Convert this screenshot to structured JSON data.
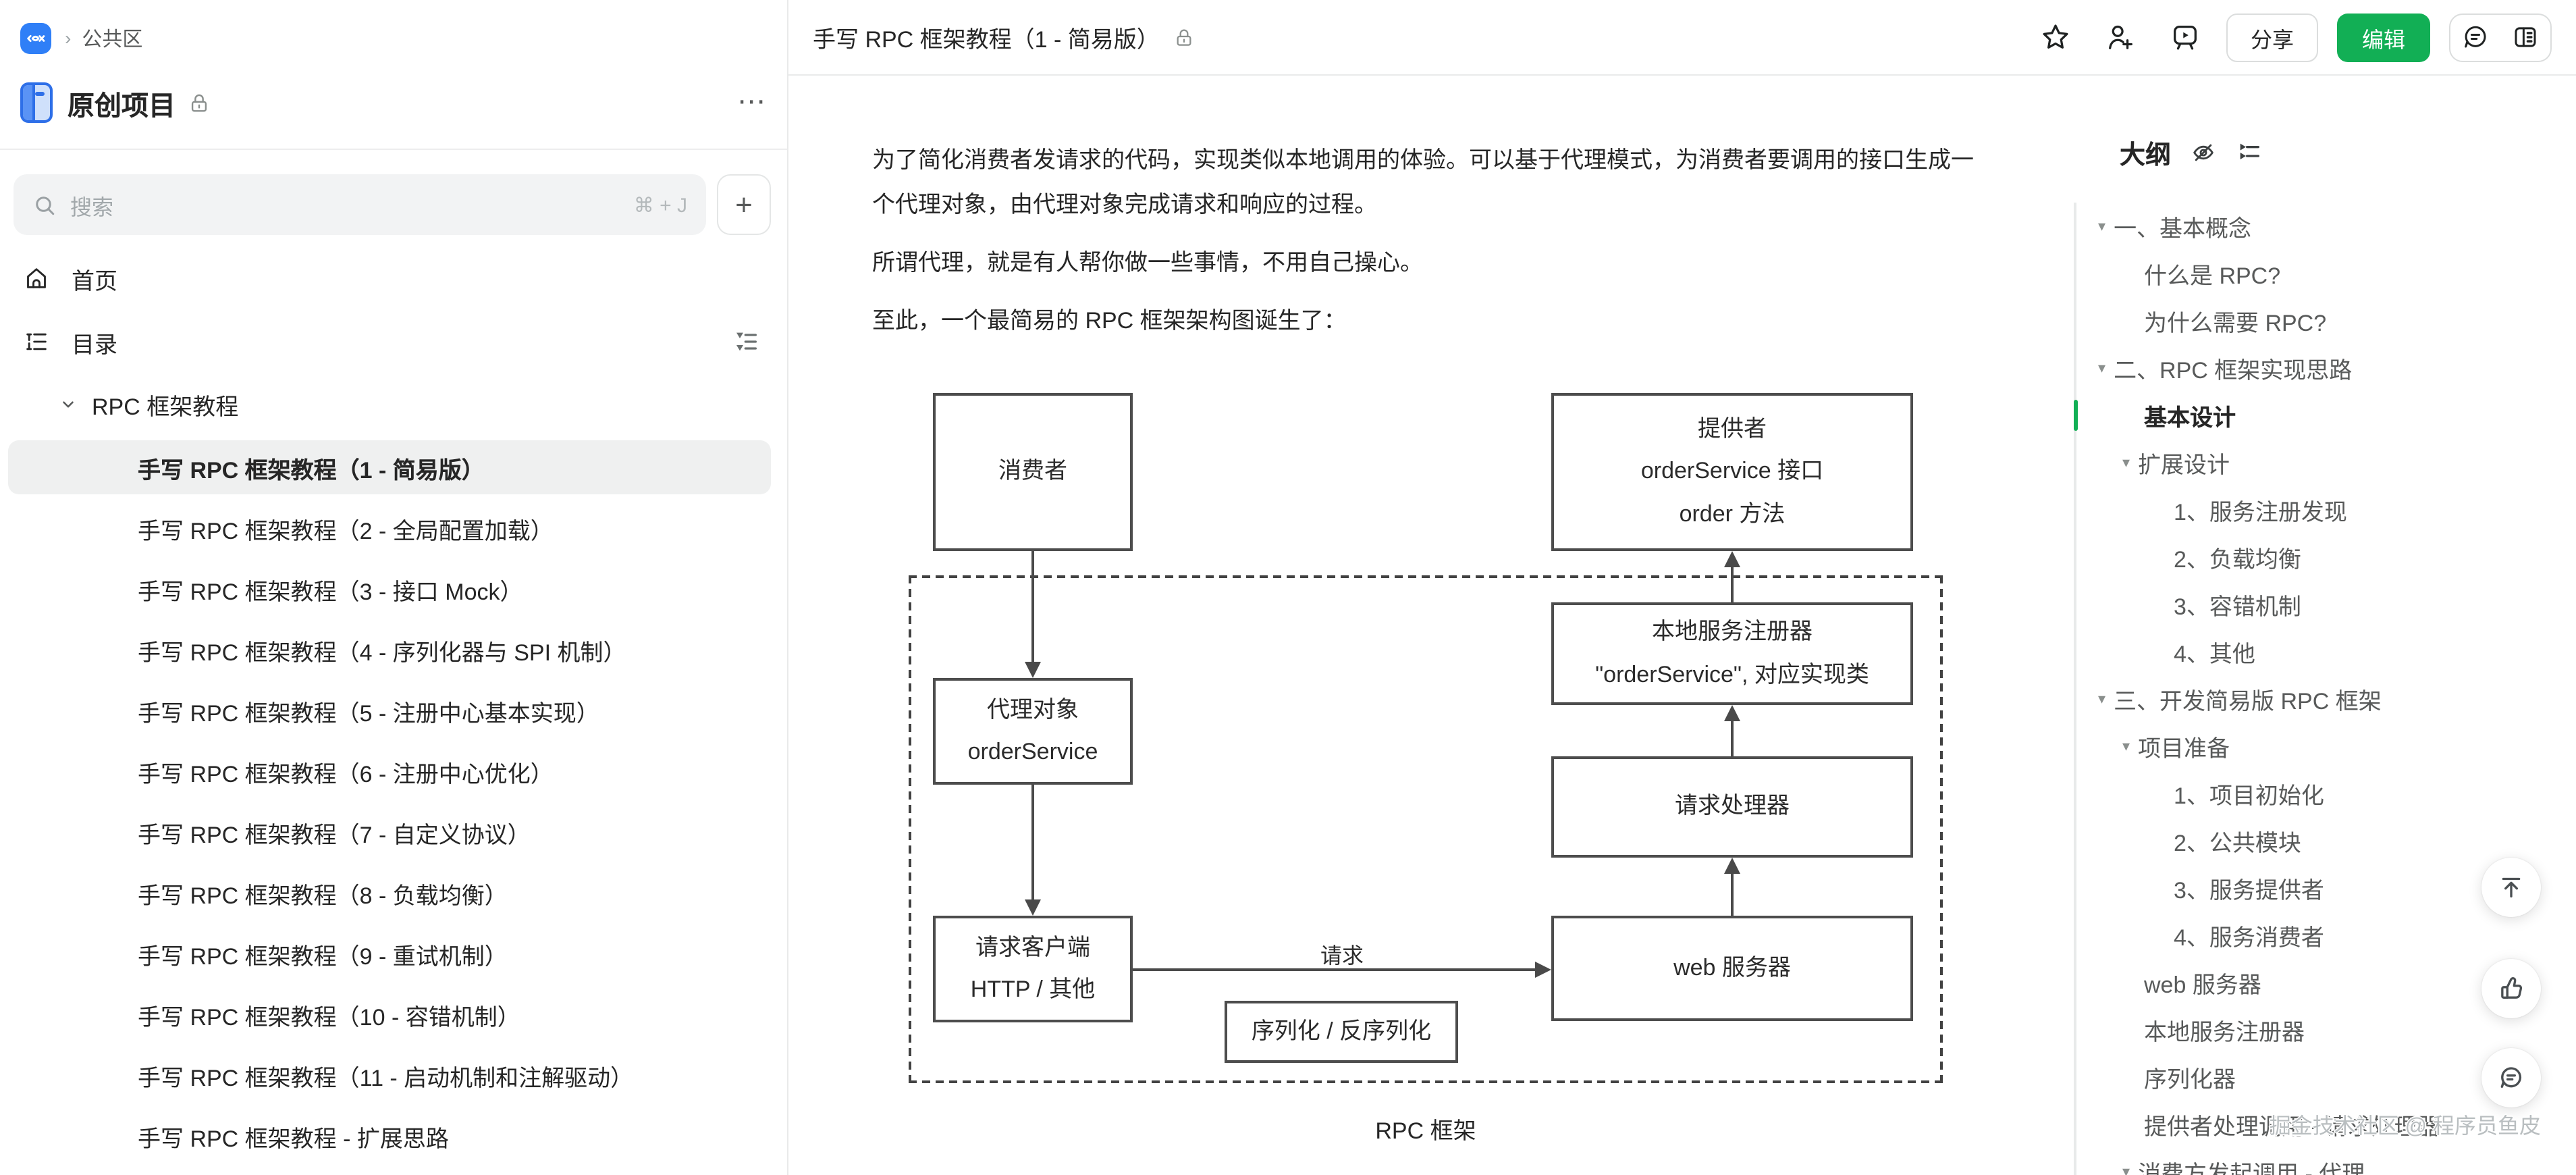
{
  "sidebar": {
    "workspace": "公共区",
    "project_name": "原创项目",
    "more_label": "⋯",
    "search": {
      "placeholder": "搜索",
      "shortcut": "⌘ + J"
    },
    "add_label": "+",
    "nav_home": "首页",
    "nav_toc": "目录",
    "tree": {
      "parent": "RPC 框架教程",
      "active_index": 0,
      "items": [
        "手写 RPC 框架教程（1 - 简易版）",
        "手写 RPC 框架教程（2 - 全局配置加载）",
        "手写 RPC 框架教程（3 - 接口 Mock）",
        "手写 RPC 框架教程（4 - 序列化器与 SPI 机制）",
        "手写 RPC 框架教程（5 - 注册中心基本实现）",
        "手写 RPC 框架教程（6 - 注册中心优化）",
        "手写 RPC 框架教程（7 - 自定义协议）",
        "手写 RPC 框架教程（8 - 负载均衡）",
        "手写 RPC 框架教程（9 - 重试机制）",
        "手写 RPC 框架教程（10 - 容错机制）",
        "手写 RPC 框架教程（11 - 启动机制和注解驱动）",
        "手写 RPC 框架教程 - 扩展思路"
      ]
    }
  },
  "topbar": {
    "title": "手写 RPC 框架教程（1 - 简易版）",
    "share_label": "分享",
    "edit_label": "编辑"
  },
  "content": {
    "paragraphs": [
      "为了简化消费者发请求的代码，实现类似本地调用的体验。可以基于代理模式，为消费者要调用的接口生成一个代理对象，由代理对象完成请求和响应的过程。",
      "所谓代理，就是有人帮你做一些事情，不用自己操心。",
      "至此，一个最简易的 RPC 框架架构图诞生了："
    ]
  },
  "diagram": {
    "boxes": {
      "consumer": [
        "消费者"
      ],
      "provider": [
        "提供者",
        "orderService 接口",
        "order 方法"
      ],
      "registry": [
        "本地服务注册器",
        "\"orderService\", 对应实现类"
      ],
      "proxy": [
        "代理对象",
        "orderService"
      ],
      "handler": [
        "请求处理器"
      ],
      "client": [
        "请求客户端",
        "HTTP / 其他"
      ],
      "webserver": [
        "web 服务器"
      ],
      "serializer": [
        "序列化 / 反序列化"
      ]
    },
    "arrow_label": "请求",
    "caption": "RPC 框架"
  },
  "outline": {
    "title": "大纲",
    "items": [
      {
        "label": "一、基本概念",
        "level": 1,
        "caret": true
      },
      {
        "label": "什么是 RPC?",
        "level": 2
      },
      {
        "label": "为什么需要 RPC?",
        "level": 2
      },
      {
        "label": "二、RPC 框架实现思路",
        "level": 1,
        "caret": true
      },
      {
        "label": "基本设计",
        "level": 2,
        "active": true
      },
      {
        "label": "扩展设计",
        "level": 2,
        "caret": true
      },
      {
        "label": "1、服务注册发现",
        "level": 3
      },
      {
        "label": "2、负载均衡",
        "level": 3
      },
      {
        "label": "3、容错机制",
        "level": 3
      },
      {
        "label": "4、其他",
        "level": 3
      },
      {
        "label": "三、开发简易版 RPC 框架",
        "level": 1,
        "caret": true
      },
      {
        "label": "项目准备",
        "level": 2,
        "caret": true
      },
      {
        "label": "1、项目初始化",
        "level": 3
      },
      {
        "label": "2、公共模块",
        "level": 3
      },
      {
        "label": "3、服务提供者",
        "level": 3
      },
      {
        "label": "4、服务消费者",
        "level": 3
      },
      {
        "label": "web 服务器",
        "level": 2
      },
      {
        "label": "本地服务注册器",
        "level": 2
      },
      {
        "label": "序列化器",
        "level": 2
      },
      {
        "label": "提供者处理调用 - 请求处理器",
        "level": 2
      },
      {
        "label": "消费方发起调用 - 代理",
        "level": 2,
        "caret": true
      }
    ]
  },
  "watermark": "掘金技术社区 @ 程序员鱼皮",
  "colors": {
    "accent_green": "#12af55",
    "brand_blue": "#2f7ff7",
    "selected_bg": "#eff0f0"
  }
}
